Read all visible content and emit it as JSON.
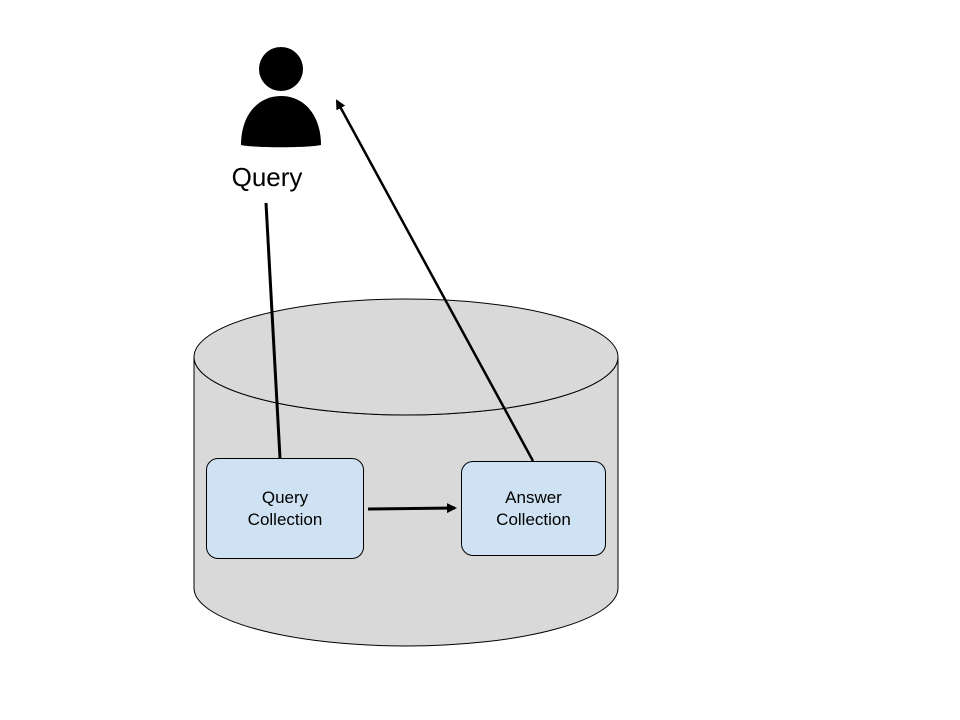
{
  "user": {
    "label": "Query",
    "icon": "person-icon"
  },
  "nodes": {
    "query_collection": {
      "line1": "Query",
      "line2": "Collection"
    },
    "answer_collection": {
      "line1": "Answer",
      "line2": "Collection"
    }
  },
  "database": {
    "icon": "database-cylinder-icon"
  },
  "colors": {
    "cylinder_fill": "#d9d9d9",
    "node_fill": "#cfe2f3",
    "stroke": "#000000",
    "background": "#ffffff"
  }
}
